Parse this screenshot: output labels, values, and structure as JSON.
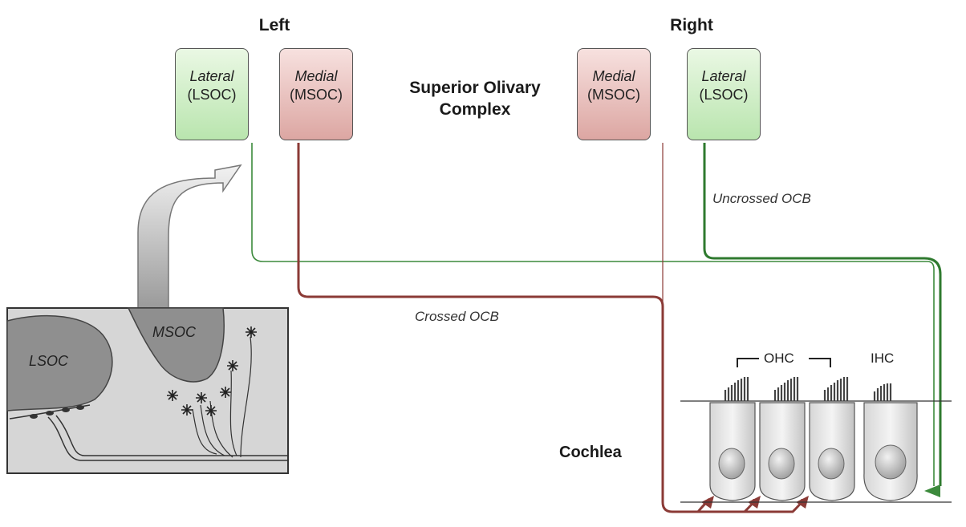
{
  "sides": {
    "left": "Left",
    "right": "Right"
  },
  "soc": {
    "line1": "Superior Olivary",
    "line2": "Complex"
  },
  "boxes": {
    "left_lateral": {
      "name": "Lateral",
      "abbr": "(LSOC)",
      "color": "#b9e5ae"
    },
    "left_medial": {
      "name": "Medial",
      "abbr": "(MSOC)",
      "color": "#dca6a2"
    },
    "right_medial": {
      "name": "Medial",
      "abbr": "(MSOC)",
      "color": "#dca6a2"
    },
    "right_lateral": {
      "name": "Lateral",
      "abbr": "(LSOC)",
      "color": "#b9e5ae"
    }
  },
  "pathways": {
    "uncrossed": "Uncrossed OCB",
    "crossed": "Crossed OCB",
    "lateral_color": "#3c8a3c",
    "medial_color": "#8b3a36"
  },
  "cochlea": {
    "label": "Cochlea",
    "ohc": "OHC",
    "ihc": "IHC"
  },
  "inset": {
    "lsoc": "LSOC",
    "msoc": "MSOC"
  }
}
